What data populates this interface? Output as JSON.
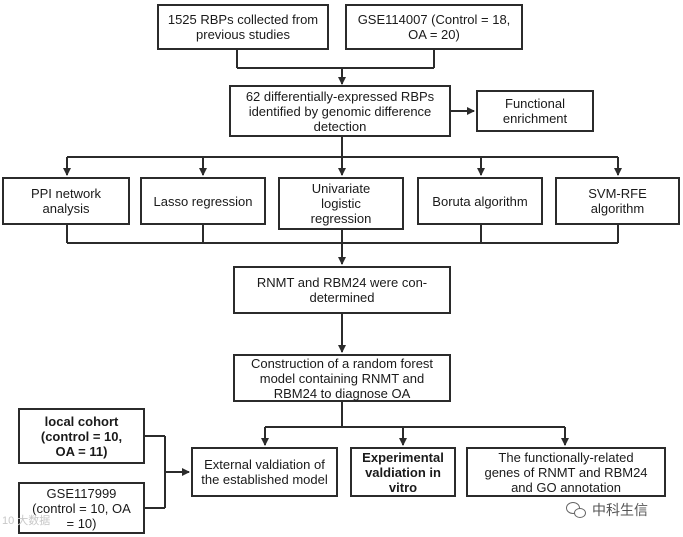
{
  "diagram": {
    "sources": [
      {
        "text": "1525 RBPs collected from\nprevious studies"
      },
      {
        "text": "GSE114007 (Control = 18,\nOA = 20)"
      }
    ],
    "deg_box": {
      "text": "62 differentially-expressed RBPs\nidentified by genomic difference\ndetection"
    },
    "functional_enrichment": {
      "text": "Functional\nenrichment"
    },
    "methods": [
      {
        "text": "PPI network\nanalysis"
      },
      {
        "text": "Lasso regression"
      },
      {
        "text": "Univariate\nlogistic\nregression"
      },
      {
        "text": "Boruta algorithm"
      },
      {
        "text": "SVM-RFE\nalgorithm"
      }
    ],
    "codetermined": {
      "text": "RNMT and RBM24 were con-\ndetermined"
    },
    "model": {
      "text": "Construction of a random forest\nmodel containing RNMT and\nRBM24 to diagnose OA"
    },
    "local_cohort": {
      "text": "local cohort\n(control = 10,\nOA = 11)"
    },
    "gse117999": {
      "text": "GSE117999\n(control = 10, OA\n= 10)"
    },
    "external_validation": {
      "text": "External valdiation of\nthe established model"
    },
    "experimental_validation": {
      "text": "Experimental\nvaldiation in\nvitro"
    },
    "functional_genes": {
      "text": "The functionally-related\ngenes of RNMT and RBM24\nand GO annotation"
    }
  },
  "watermarks": {
    "left": "10 大数据",
    "right": "中科生信"
  }
}
